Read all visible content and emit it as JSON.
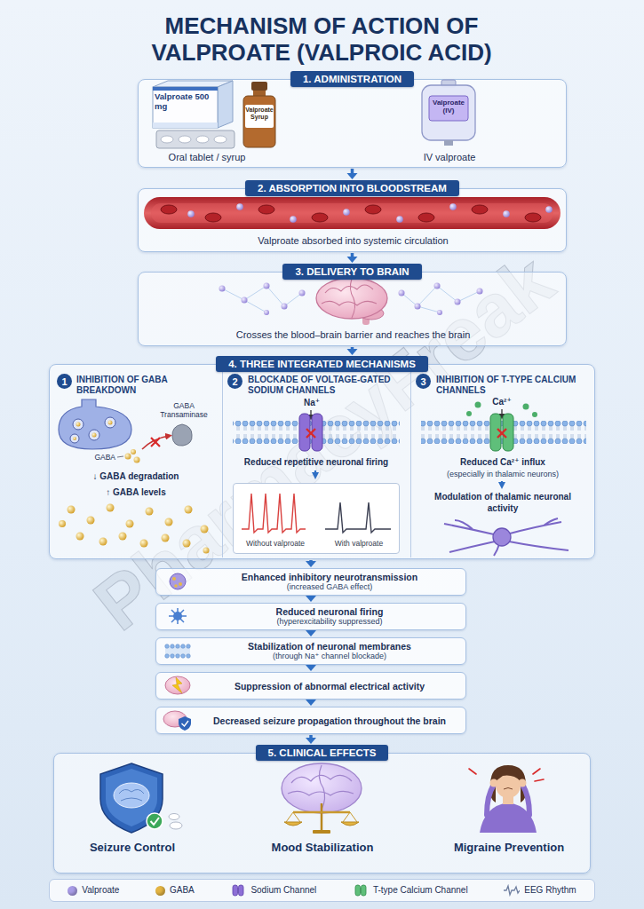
{
  "diagram": {
    "title": "MECHANISM OF ACTION OF VALPROATE (VALPROIC ACID)",
    "nodes": [
      {
        "text": [
          "1. ADMINISTRATION",
          "Oral tablet / syrup",
          "IV valproate"
        ]
      },
      {
        "text": [
          "2. ABSORPTION INTO BLOODSTREAM",
          "Valproate absorbed into systemic circulation"
        ]
      },
      {
        "text": [
          "3. DELIVERY TO BRAIN",
          "Crosses the blood–brain barrier and reaches the brain"
        ]
      },
      {
        "text": [
          "4. THREE INTEGRATED MECHANISMS"
        ]
      },
      {
        "text": [
          "INHIBITION OF GABA BREAKDOWN",
          "↓ GABA degradation",
          "↑ GABA levels"
        ],
        "in": 3
      },
      {
        "text": [
          "1"
        ],
        "in": 4
      },
      {
        "text": [
          "BLOCKADE OF VOLTAGE-GATED SODIUM CHANNELS",
          "Reduced repetitive neuronal firing"
        ],
        "in": 3
      },
      {
        "text": [
          "2"
        ],
        "in": 6
      },
      {
        "text": [
          "Without valproate",
          "With valproate"
        ],
        "in": 6
      },
      {
        "text": [
          "INHIBITION OF T-TYPE CALCIUM CHANNELS",
          "Reduced Ca²⁺ influx",
          "(especially in thalamic neurons)",
          "Modulation of thalamic neuronal activity"
        ],
        "in": 3
      },
      {
        "text": [
          "3"
        ],
        "in": 9
      },
      {
        "text": [
          "Enhanced inhibitory neurotransmission",
          "(increased GABA effect)"
        ]
      },
      {
        "text": [
          "Reduced neuronal firing",
          "(hyperexcitability suppressed)"
        ]
      },
      {
        "text": [
          "Stabilization of neuronal membranes",
          "(through Na⁺ channel blockade)"
        ]
      },
      {
        "text": [
          "Suppression of abnormal electrical activity"
        ]
      },
      {
        "text": [
          "Decreased seizure propagation throughout the brain"
        ]
      },
      {
        "text": [
          "5. CLINICAL EFFECTS",
          "Seizure Control",
          "Mood Stabilization",
          "Migraine Prevention"
        ]
      }
    ],
    "edges": [
      {
        "from": 0,
        "to": 1,
        "arrow": "to"
      },
      {
        "from": 1,
        "to": 2,
        "arrow": "to"
      },
      {
        "from": 2,
        "to": 3,
        "arrow": "to"
      },
      {
        "from": 3,
        "to": 11,
        "arrow": "to"
      },
      {
        "from": 11,
        "to": 12,
        "arrow": "to"
      },
      {
        "from": 12,
        "to": 13,
        "arrow": "to"
      },
      {
        "from": 13,
        "to": 14,
        "arrow": "to"
      },
      {
        "from": 14,
        "to": 15,
        "arrow": "to"
      },
      {
        "from": 15,
        "to": 16,
        "arrow": "to"
      }
    ],
    "labels": [
      "Valproate 500 mg",
      "Valproate Syrup",
      "Valproate (IV)",
      "GABA Transaminase",
      "GABA",
      "Na⁺",
      "Ca²⁺",
      "PharmacyFreak"
    ],
    "legend": [
      {
        "text": "Valproate",
        "color": "#a89ce6"
      },
      {
        "text": "GABA",
        "color": "#e3b443"
      },
      {
        "text": "Sodium Channel"
      },
      {
        "text": "T-type Calcium Channel"
      },
      {
        "text": "EEG Rhythm"
      }
    ]
  }
}
